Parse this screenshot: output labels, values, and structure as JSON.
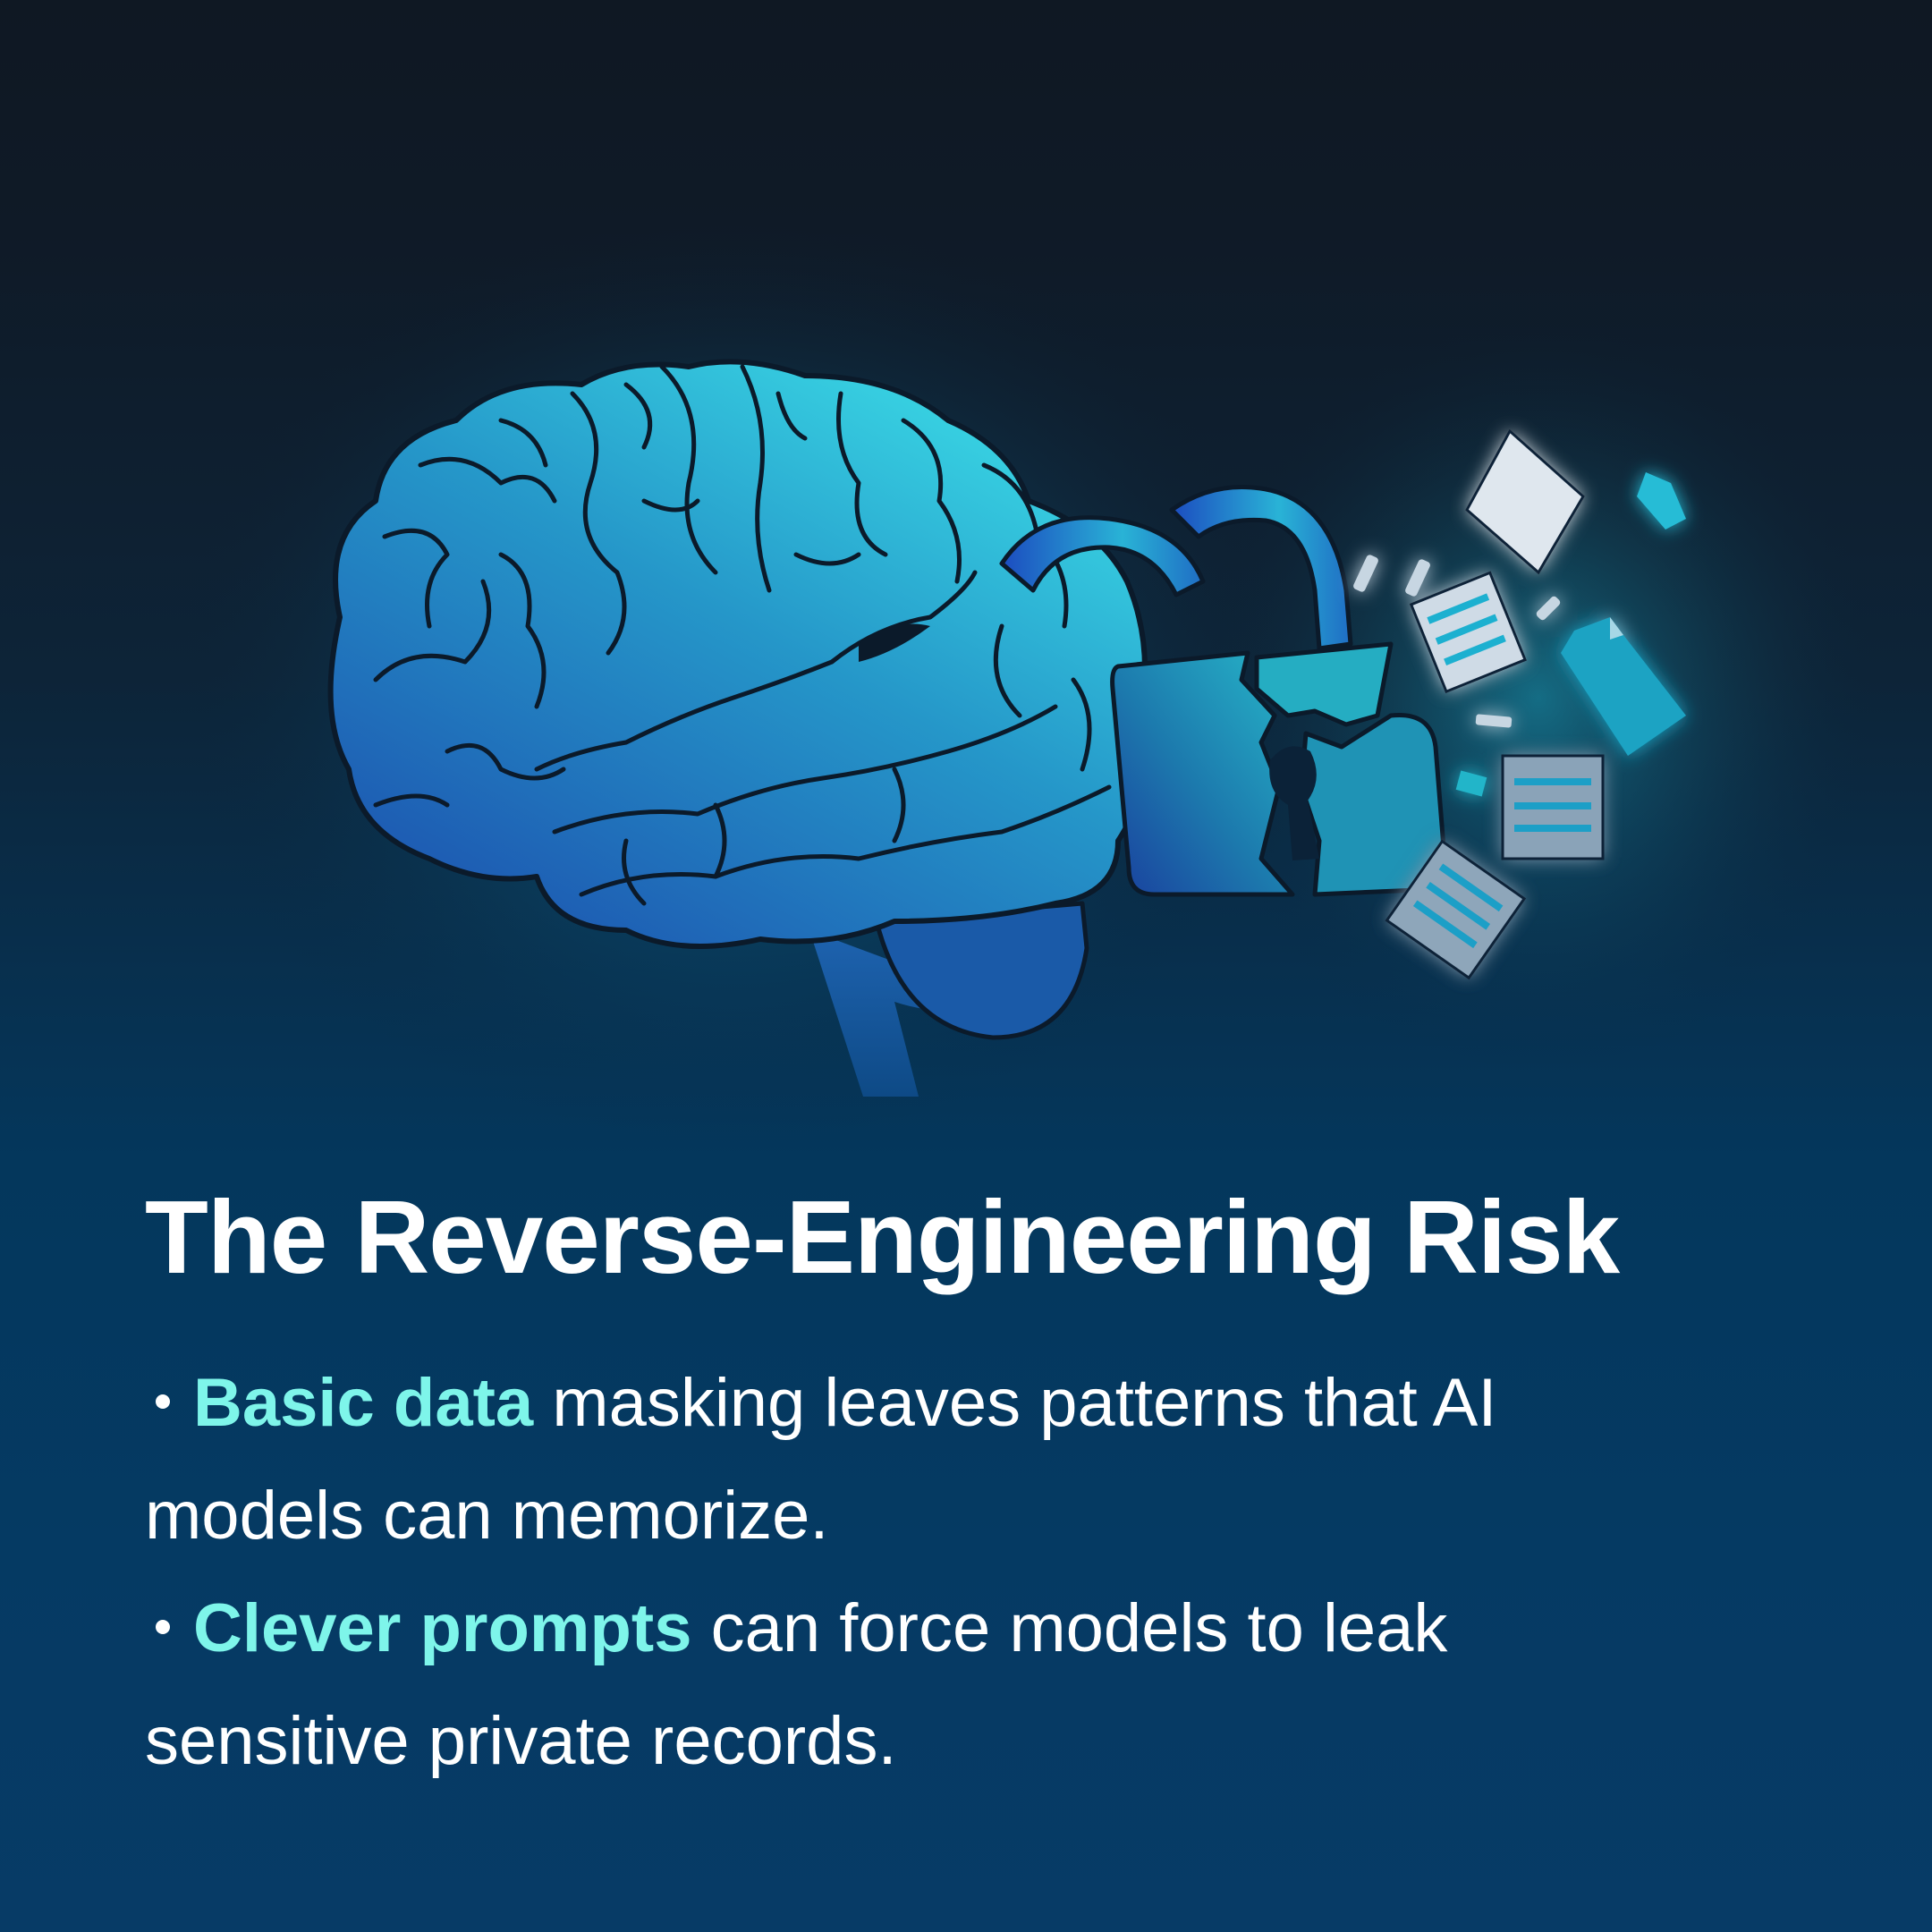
{
  "slide": {
    "title": "The Reverse-Engineering Risk",
    "bullets": [
      {
        "highlight": "Basic data",
        "line1_rest": " masking leaves patterns that AI",
        "line2": "models can memorize."
      },
      {
        "highlight": "Clever prompts",
        "line1_rest": " can force models to leak",
        "line2": "sensitive private records."
      }
    ]
  },
  "illustration": {
    "elements": [
      "brain-icon",
      "broken-padlock-icon",
      "flying-document-icons"
    ]
  },
  "colors": {
    "background_top": "#0f1823",
    "background_bottom": "#073b66",
    "highlight": "#7ef5ea",
    "text": "#ffffff",
    "brain_light": "#38dbe6",
    "brain_dark": "#1d55b8",
    "outline": "#0b1a2a"
  }
}
